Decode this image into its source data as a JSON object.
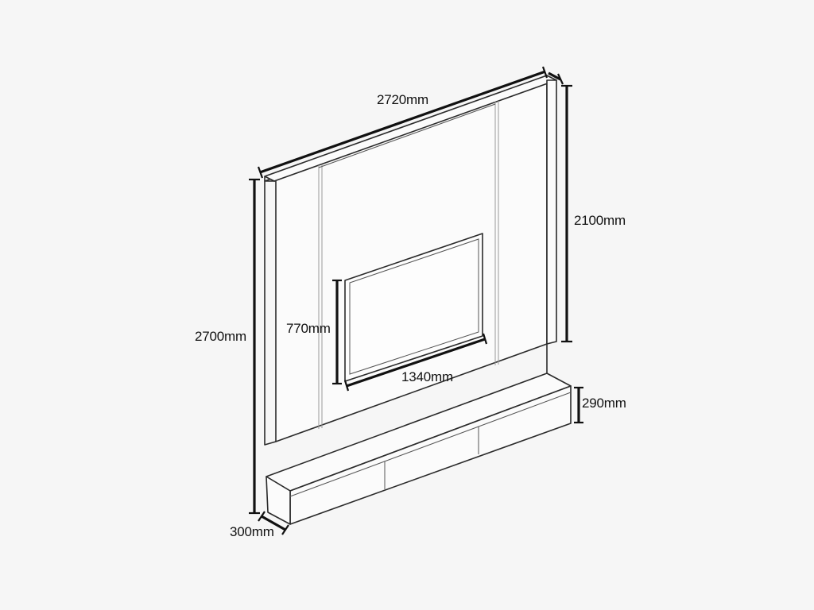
{
  "dimensions": {
    "overall_width": "2720mm",
    "upper_height": "2100mm",
    "total_height": "2700mm",
    "tv_height": "770mm",
    "tv_width": "1340mm",
    "cabinet_height": "290mm",
    "depth": "300mm"
  }
}
